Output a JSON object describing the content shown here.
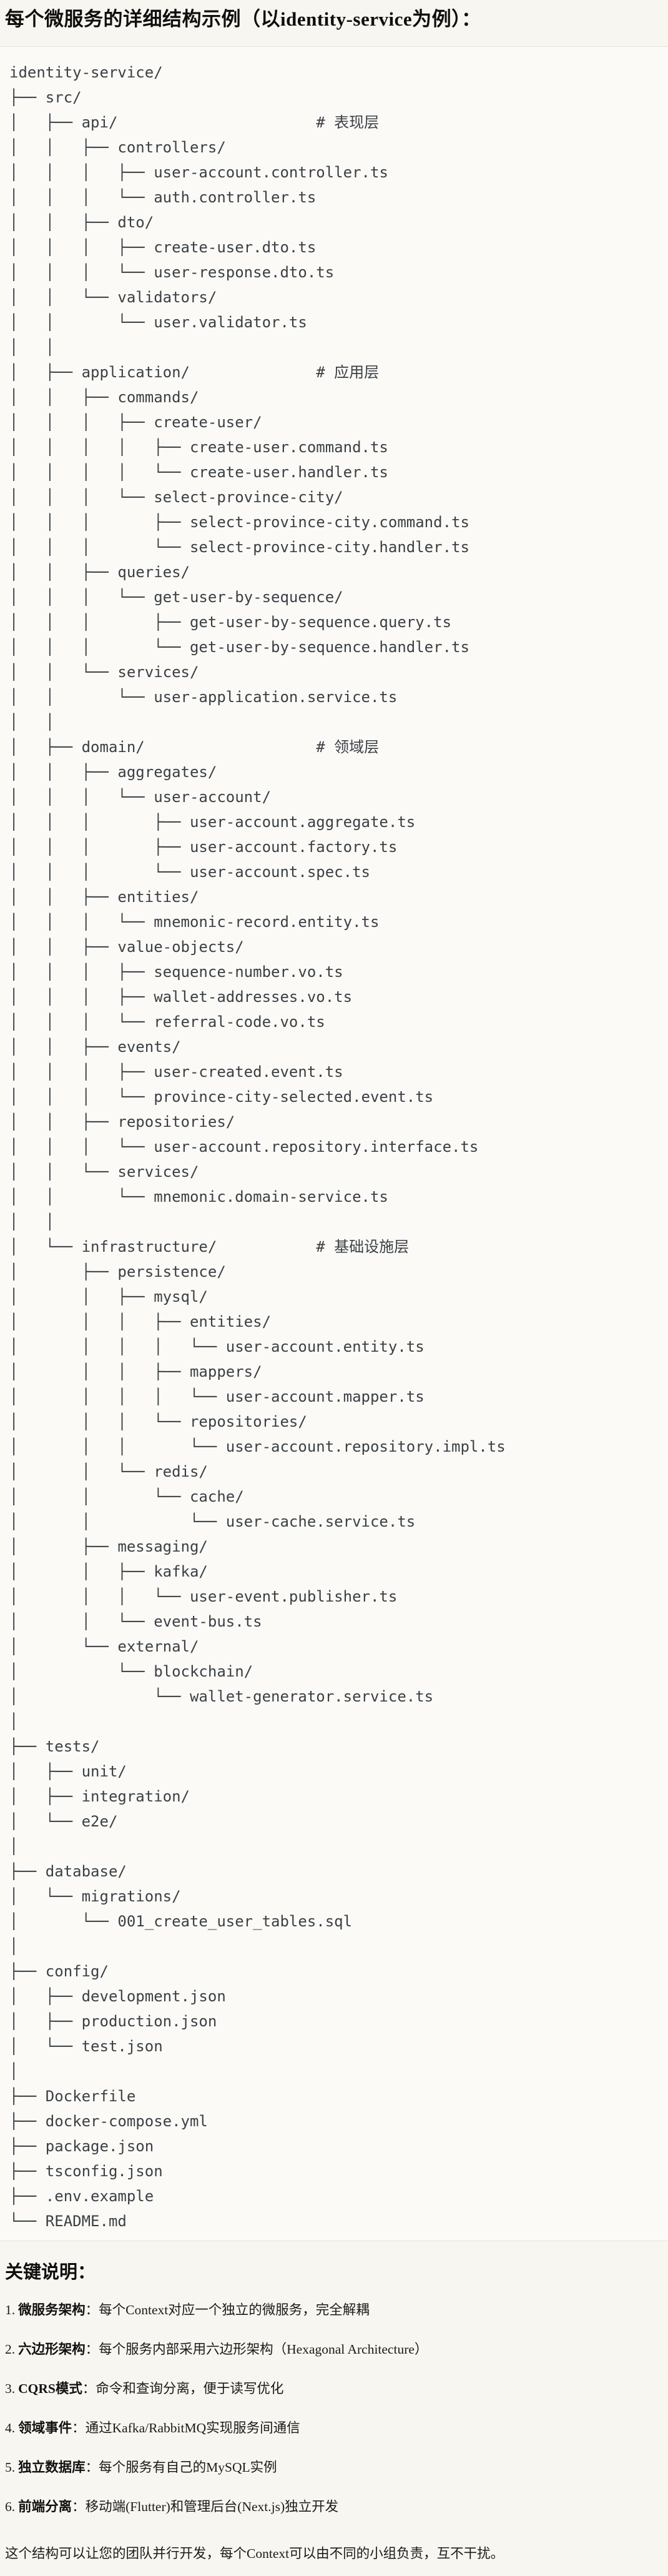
{
  "title": "每个微服务的详细结构示例（以identity-service为例）：",
  "code_block": {
    "language": "plaintext",
    "lines": [
      "identity-service/",
      "├── src/",
      "│   ├── api/                      # 表现层",
      "│   │   ├── controllers/",
      "│   │   │   ├── user-account.controller.ts",
      "│   │   │   └── auth.controller.ts",
      "│   │   ├── dto/",
      "│   │   │   ├── create-user.dto.ts",
      "│   │   │   └── user-response.dto.ts",
      "│   │   └── validators/",
      "│   │       └── user.validator.ts",
      "│   │",
      "│   ├── application/              # 应用层",
      "│   │   ├── commands/",
      "│   │   │   ├── create-user/",
      "│   │   │   │   ├── create-user.command.ts",
      "│   │   │   │   └── create-user.handler.ts",
      "│   │   │   └── select-province-city/",
      "│   │   │       ├── select-province-city.command.ts",
      "│   │   │       └── select-province-city.handler.ts",
      "│   │   ├── queries/",
      "│   │   │   └── get-user-by-sequence/",
      "│   │   │       ├── get-user-by-sequence.query.ts",
      "│   │   │       └── get-user-by-sequence.handler.ts",
      "│   │   └── services/",
      "│   │       └── user-application.service.ts",
      "│   │",
      "│   ├── domain/                   # 领域层",
      "│   │   ├── aggregates/",
      "│   │   │   └── user-account/",
      "│   │   │       ├── user-account.aggregate.ts",
      "│   │   │       ├── user-account.factory.ts",
      "│   │   │       └── user-account.spec.ts",
      "│   │   ├── entities/",
      "│   │   │   └── mnemonic-record.entity.ts",
      "│   │   ├── value-objects/",
      "│   │   │   ├── sequence-number.vo.ts",
      "│   │   │   ├── wallet-addresses.vo.ts",
      "│   │   │   └── referral-code.vo.ts",
      "│   │   ├── events/",
      "│   │   │   ├── user-created.event.ts",
      "│   │   │   └── province-city-selected.event.ts",
      "│   │   ├── repositories/",
      "│   │   │   └── user-account.repository.interface.ts",
      "│   │   └── services/",
      "│   │       └── mnemonic.domain-service.ts",
      "│   │",
      "│   └── infrastructure/           # 基础设施层",
      "│       ├── persistence/",
      "│       │   ├── mysql/",
      "│       │   │   ├── entities/",
      "│       │   │   │   └── user-account.entity.ts",
      "│       │   │   ├── mappers/",
      "│       │   │   │   └── user-account.mapper.ts",
      "│       │   │   └── repositories/",
      "│       │   │       └── user-account.repository.impl.ts",
      "│       │   └── redis/",
      "│       │       └── cache/",
      "│       │           └── user-cache.service.ts",
      "│       ├── messaging/",
      "│       │   ├── kafka/",
      "│       │   │   └── user-event.publisher.ts",
      "│       │   └── event-bus.ts",
      "│       └── external/",
      "│           └── blockchain/",
      "│               └── wallet-generator.service.ts",
      "│",
      "├── tests/",
      "│   ├── unit/",
      "│   ├── integration/",
      "│   └── e2e/",
      "│",
      "├── database/",
      "│   └── migrations/",
      "│       └── 001_create_user_tables.sql",
      "│",
      "├── config/",
      "│   ├── development.json",
      "│   ├── production.json",
      "│   └── test.json",
      "│",
      "├── Dockerfile",
      "├── docker-compose.yml",
      "├── package.json",
      "├── tsconfig.json",
      "├── .env.example",
      "└── README.md"
    ]
  },
  "notes": {
    "heading": "关键说明：",
    "items": [
      {
        "num": "1.",
        "term": "微服务架构",
        "desc": "：每个Context对应一个独立的微服务，完全解耦"
      },
      {
        "num": "2.",
        "term": "六边形架构",
        "desc": "：每个服务内部采用六边形架构（Hexagonal Architecture）"
      },
      {
        "num": "3.",
        "term": "CQRS模式",
        "desc": "：命令和查询分离，便于读写优化"
      },
      {
        "num": "4.",
        "term": "领域事件",
        "desc": "：通过Kafka/RabbitMQ实现服务间通信"
      },
      {
        "num": "5.",
        "term": "独立数据库",
        "desc": "：每个服务有自己的MySQL实例"
      },
      {
        "num": "6.",
        "term": "前端分离",
        "desc": "：移动端(Flutter)和管理后台(Next.js)独立开发"
      }
    ],
    "footer": "这个结构可以让您的团队并行开发，每个Context可以由不同的小组负责，互不干扰。"
  },
  "colors": {
    "page_background": "#f8f6f1",
    "code_background": "#fbfaf6",
    "code_border": "#e3e1d8",
    "code_text": "#3b4046",
    "body_text": "#1b1b19"
  }
}
